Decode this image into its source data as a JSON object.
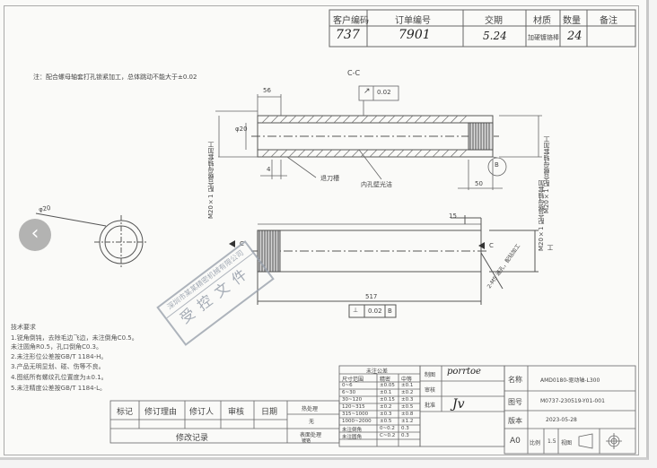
{
  "header_table": {
    "headers": [
      "客户编码",
      "订单编号",
      "交期",
      "材质",
      "数量",
      "备注"
    ],
    "values": [
      "737",
      "7901",
      "5.24",
      "加硬镀铬棒",
      "24",
      ""
    ]
  },
  "note": "注：配合螺母轴套打孔锁紧加工，总体跳动不能大于±0.02",
  "section_label": "C-C",
  "dims": {
    "d56": "56",
    "runout": "0.02",
    "dia": "φ20",
    "d4": "4",
    "d50": "50",
    "d15": "15",
    "d517": "517",
    "dia_end": "φ20",
    "datum_b": "B",
    "datum_c": "C",
    "datum_c2": "C",
    "flat_tol": "0.02",
    "flat_ref": "B"
  },
  "labels": {
    "undercut": "退刀槽",
    "inner_polish": "内孔壁光洁",
    "thread_left": "M20×1 配合螺母轴套加工",
    "thread_right": "M20×1 配合螺母轴套加工",
    "thread_right2": "M20×1 配合螺母轴套加工",
    "hole_note": "2-M5 通孔，配钻加工"
  },
  "stamp": {
    "company": "深圳市某某精密机械有限公司",
    "text": "受控文件"
  },
  "tech_req": [
    "技术要求",
    "1.锐角倒钝，去除毛边飞边，未注倒角C0.5。",
    "未注圆角R0.5，孔口倒角C0.3。",
    "2.未注形位公差按GB/T 1184-H。",
    "3.产品无明显划、碰、伤等不良。",
    "4.图纸所有螺纹孔位置度为±0.1。",
    "5.未注精度公差按GB/T 1184-L。"
  ],
  "tol_table": {
    "title": "未注公差",
    "headers": [
      "尺寸范围",
      "精密",
      "中等"
    ],
    "rows": [
      [
        "0~6",
        "±0.05",
        "±0.1"
      ],
      [
        "6~30",
        "±0.1",
        "±0.2"
      ],
      [
        "30~120",
        "±0.15",
        "±0.3"
      ],
      [
        "120~315",
        "±0.2",
        "±0.5"
      ],
      [
        "315~1000",
        "±0.3",
        "±0.8"
      ],
      [
        "1000~2000",
        "±0.5",
        "±1.2"
      ],
      [
        "未注倒角",
        "0~0.2",
        "0.3"
      ],
      [
        "未注圆角",
        "C~0.2",
        "0.3"
      ]
    ]
  },
  "signoff": {
    "make_label": "制图",
    "check_label": "审核",
    "approve_label": "批准",
    "make_sig": "porrtoe",
    "approve_sig": "Jv"
  },
  "revision": {
    "cols": [
      "标记",
      "修订理由",
      "修订人",
      "审核",
      "日期"
    ],
    "footer": "修改记录",
    "surface_label": "热处理",
    "surface_val": "无",
    "surface2_label": "表面处理",
    "surface2_val": "镀铬"
  },
  "title_block": {
    "name_label": "名称",
    "name_val": "AMD0180-驱动轴-L300",
    "drawing_label": "图号",
    "drawing_val": "M0737-230519-Y01-001",
    "version_label": "版本",
    "version_val": "2023-05-28",
    "size": "A0",
    "scale_label": "比例",
    "scale_val": "1.5",
    "view_label": "视图"
  },
  "nav": {
    "prev_icon": "‹"
  }
}
